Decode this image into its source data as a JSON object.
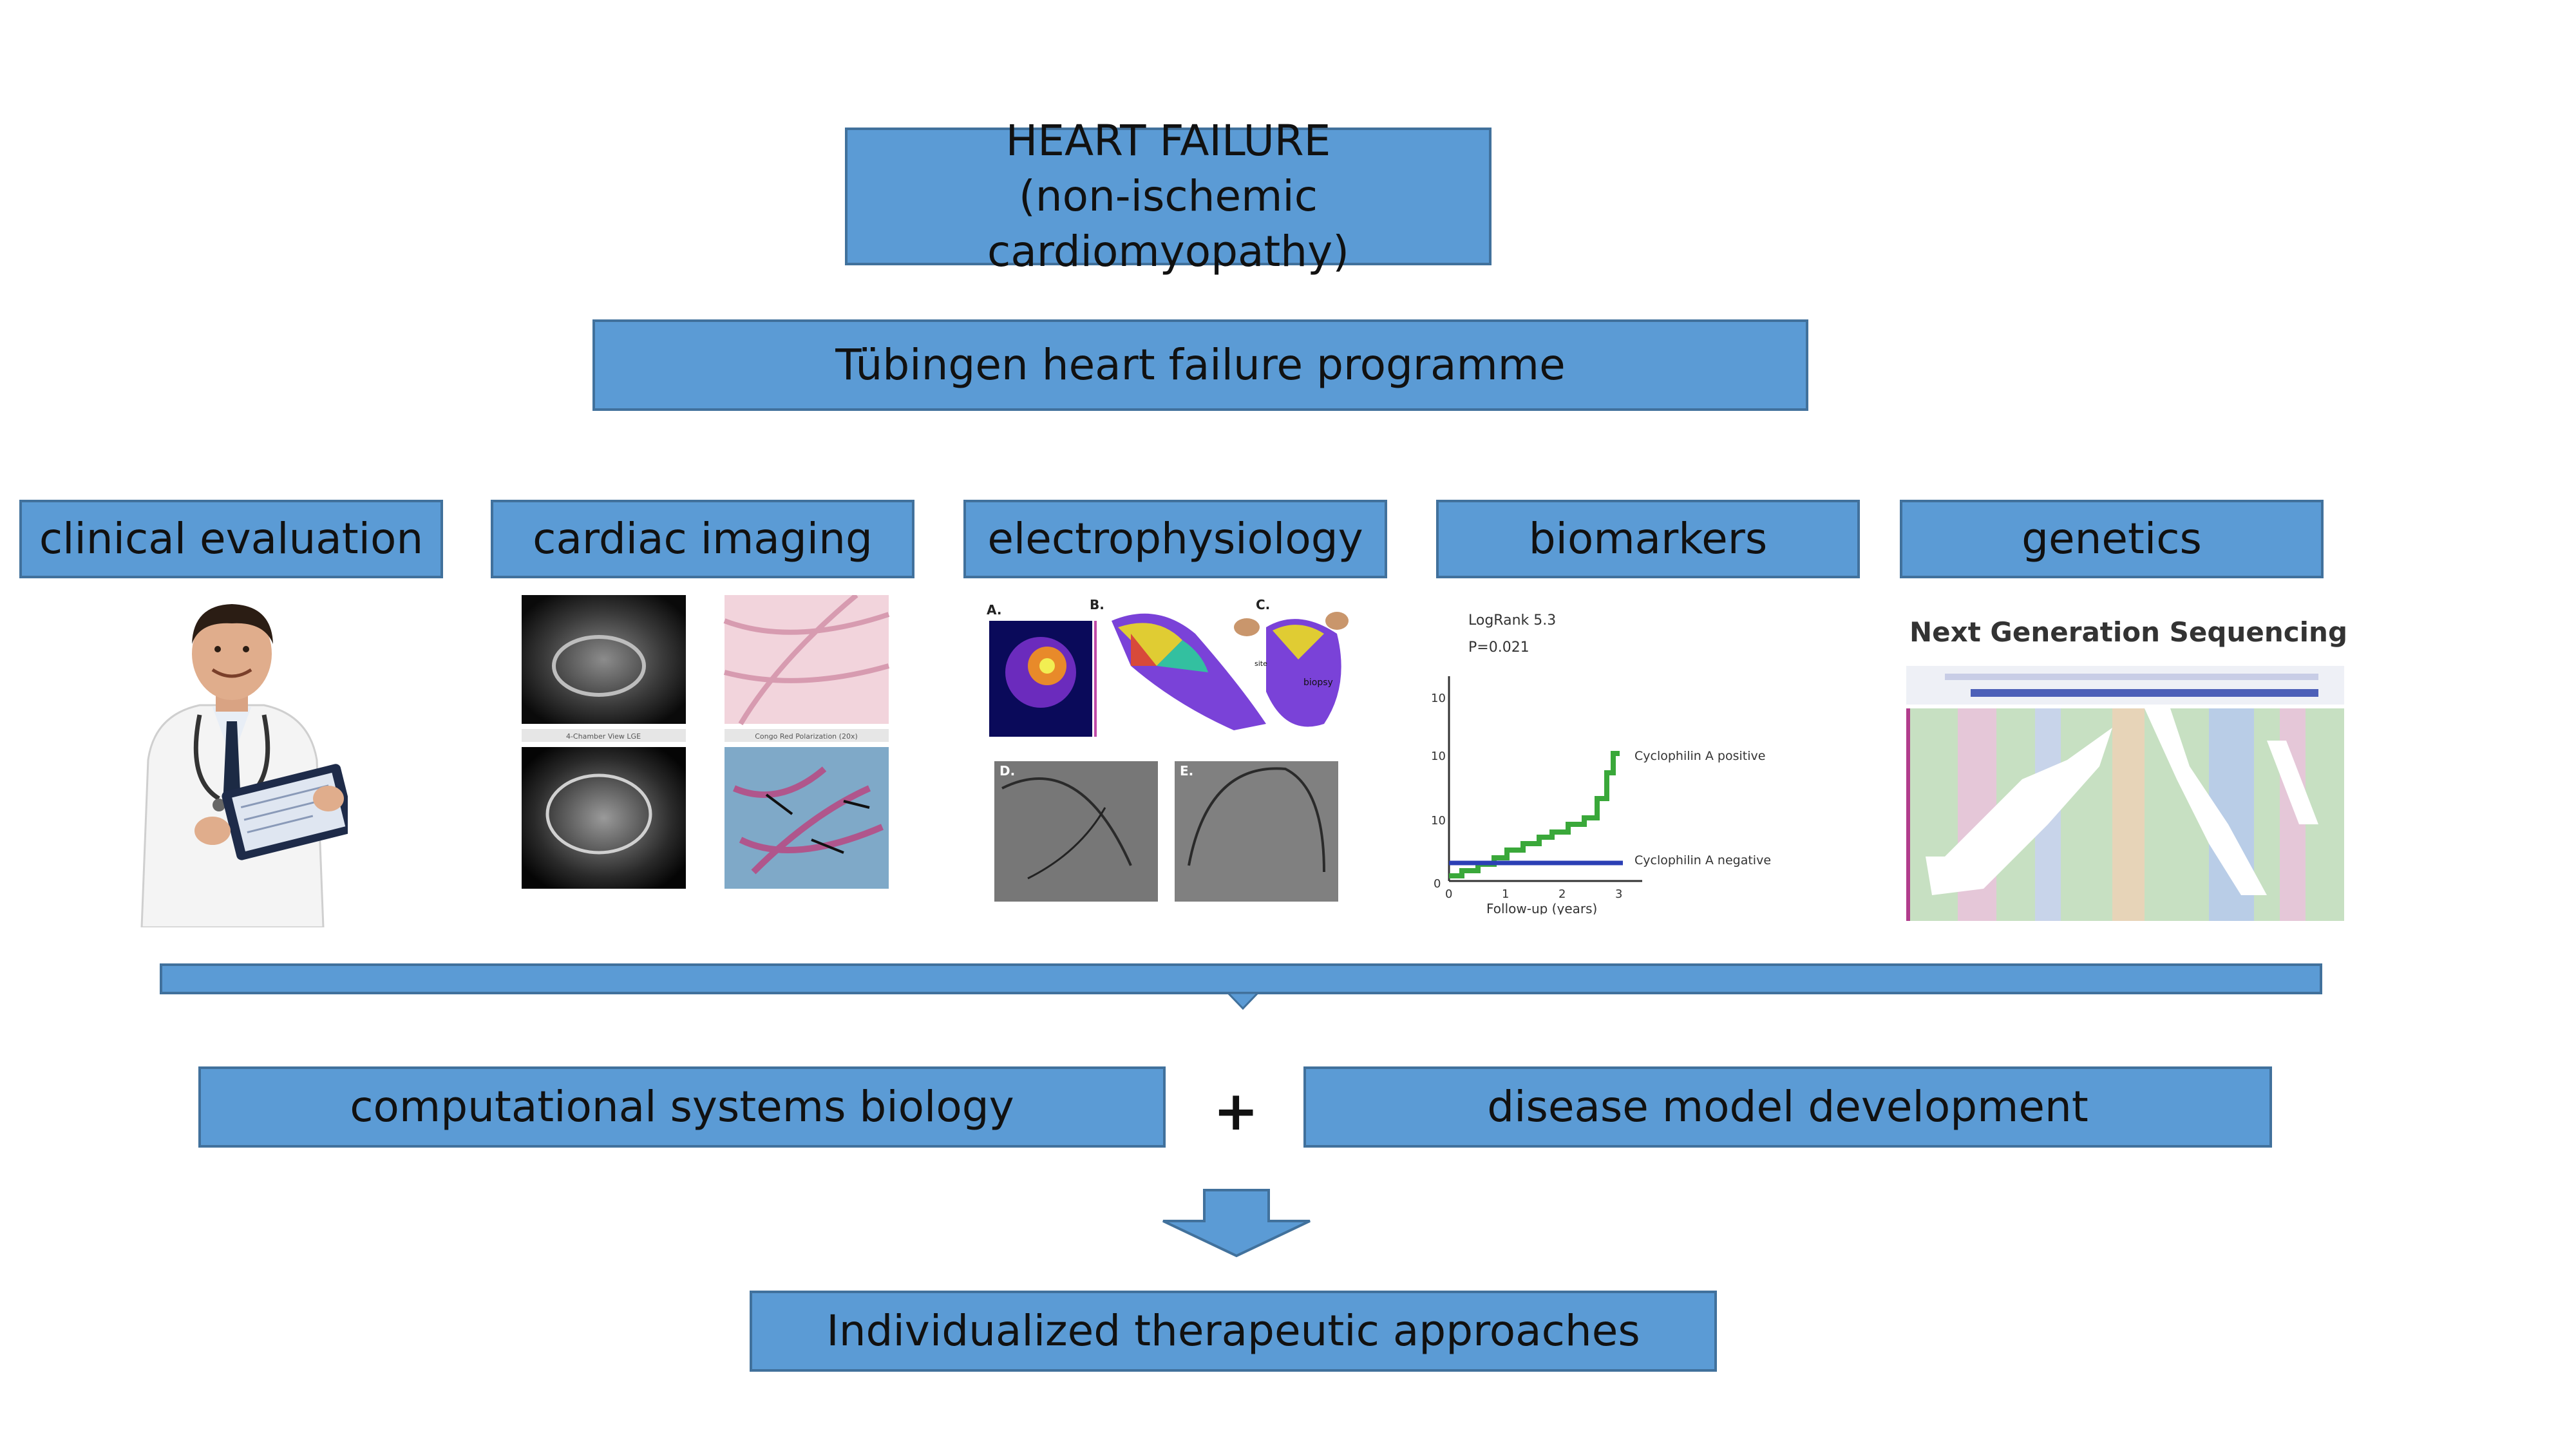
{
  "title_line1": "HEART FAILURE",
  "title_line2": "(non-ischemic cardiomyopathy)",
  "programme": "Tübingen heart failure programme",
  "categories": {
    "clinical": "clinical evaluation",
    "imaging": "cardiac imaging",
    "ep": "electrophysiology",
    "biomarkers": "biomarkers",
    "genetics": "genetics"
  },
  "imaging_captions": {
    "left": "4-Chamber View LGE",
    "right": "Congo Red Polarization (20x)"
  },
  "ep_panels": {
    "a": "A.",
    "b": "B.",
    "c": "C.",
    "d": "D.",
    "e": "E.",
    "biopsy": "biopsy",
    "site": "site"
  },
  "km_plot": {
    "logrank": "LogRank 5.3",
    "p": "P=0.021",
    "xlabel": "Follow-up (years)",
    "yticks": [
      "0",
      "10",
      "10",
      "10"
    ],
    "xticks": [
      "0",
      "1",
      "2",
      "3"
    ],
    "series_positive": "Cyclophilin A positive",
    "series_negative": "Cyclophilin A negative"
  },
  "genetics_title": "Next Generation Sequencing",
  "bottom_left": "computational systems biology",
  "plus": "+",
  "bottom_right": "disease model development",
  "final": "Individualized therapeutic approaches",
  "colors": {
    "box_fill": "#5b9bd5",
    "box_border": "#41719c",
    "km_positive": "#3aa83a",
    "km_negative": "#2b3fb5"
  }
}
